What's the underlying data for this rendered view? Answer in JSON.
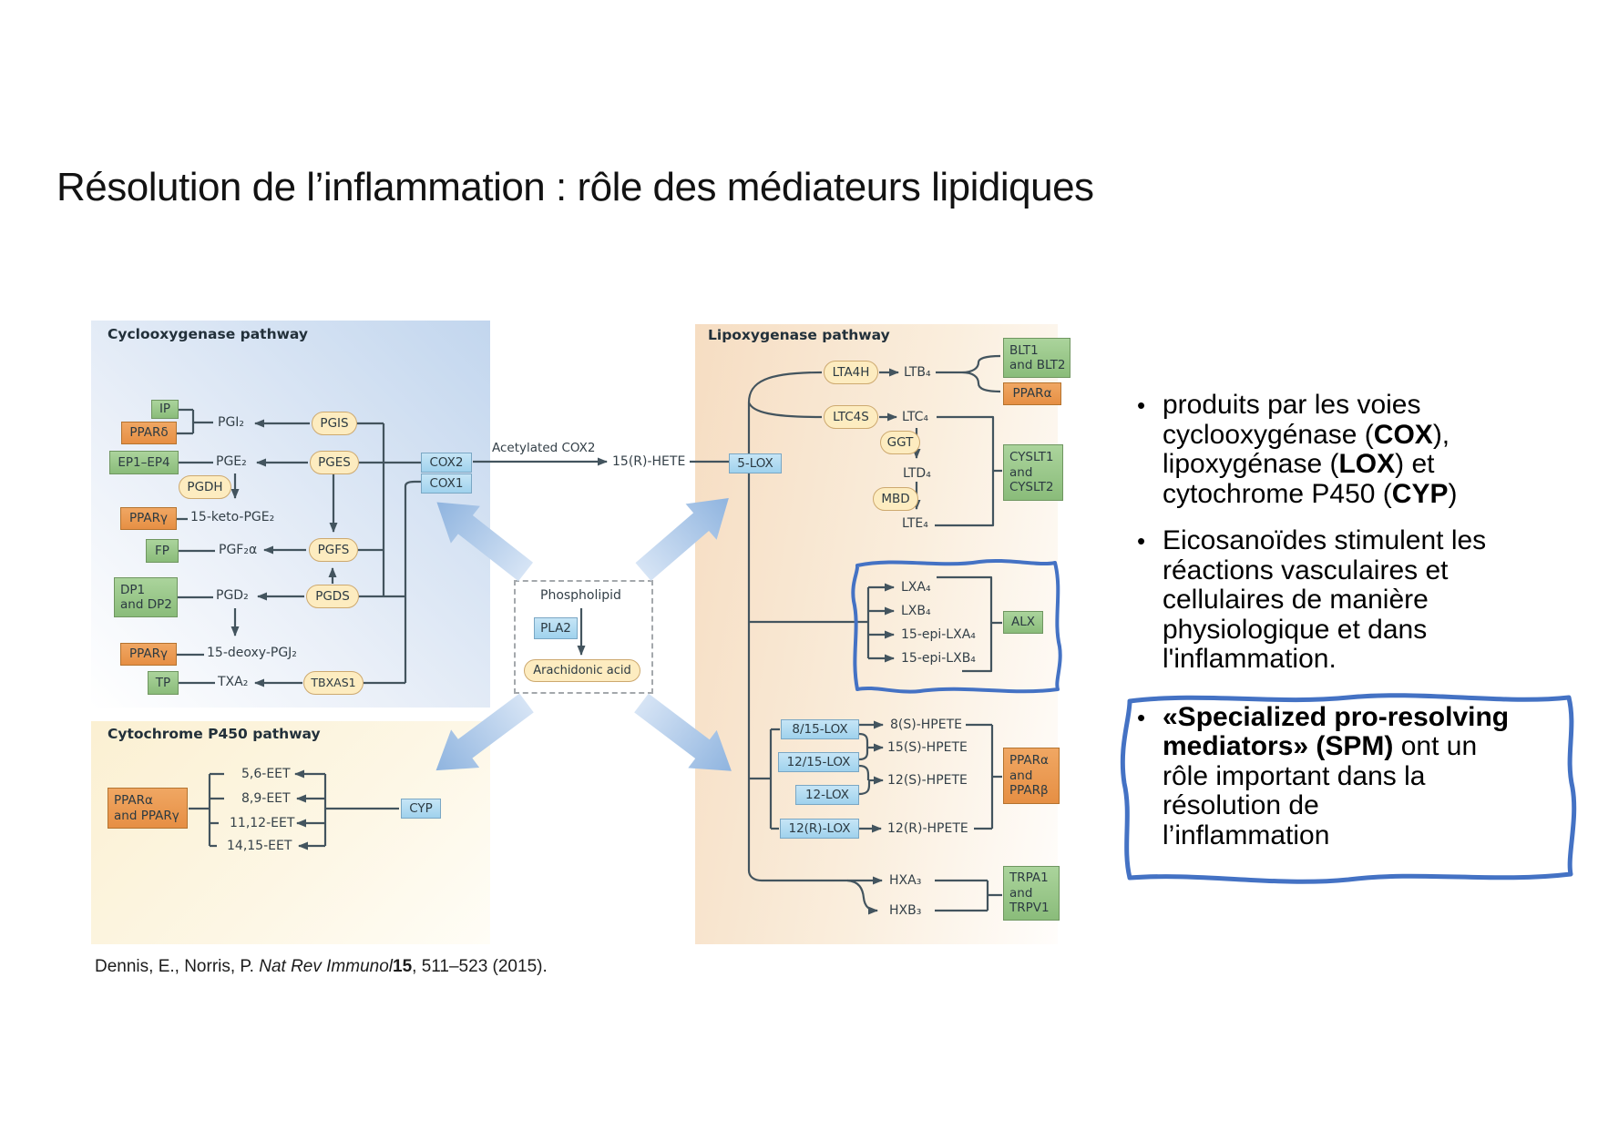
{
  "slide": {
    "title": "Résolution de l’inflammation : rôle des médiateurs lipidiques",
    "bullets": [
      {
        "runs": [
          {
            "t": "produits par les voies\ncyclooxygénase ("
          },
          {
            "t": "COX",
            "b": 1
          },
          {
            "t": "),\nlipoxygénase ("
          },
          {
            "t": "LOX",
            "b": 1
          },
          {
            "t": ") et\ncytochrome P450 ("
          },
          {
            "t": "CYP",
            "b": 1
          },
          {
            "t": ")"
          }
        ]
      },
      {
        "runs": [
          {
            "t": "Eicosanoïdes stimulent les\nréactions vasculaires et\ncellulaires de manière\nphysiologique et dans\nl'inflammation."
          }
        ]
      },
      {
        "runs": [
          {
            "t": "«Specialized pro-resolving\nmediators»  (SPM)",
            "b": 1
          },
          {
            "t": " ont un\nrôle important dans la\nrésolution de\nl’inflammation"
          }
        ]
      }
    ],
    "citation": {
      "runs": [
        {
          "t": "Dennis, E., Norris, P. "
        },
        {
          "t": "Nat Rev Immunol",
          "i": 1
        },
        {
          "t": "15",
          "b": 1
        },
        {
          "t": ", 511–523 (2015)."
        }
      ]
    }
  },
  "diagram": {
    "headings": {
      "cox": "Cyclooxygenase pathway",
      "lox": "Lipoxygenase pathway",
      "cyp": "Cytochrome P450 pathway"
    },
    "nodes": {
      "ip": "IP",
      "ppard": "PPARδ",
      "ep": "EP1–EP4",
      "pparg1": "PPARγ",
      "fp": "FP",
      "dp": "DP1\nand DP2",
      "pparg2": "PPARγ",
      "tp": "TP",
      "pgis": "PGIS",
      "pges": "PGES",
      "pgdh": "PGDH",
      "pgfs": "PGFS",
      "pgds": "PGDS",
      "tbxas1": "TBXAS1",
      "cox2": "COX2",
      "cox1": "COX1",
      "pla2": "PLA2",
      "aa": "Arachidonic acid",
      "cyp": "CYP",
      "lox5": "5-LOX",
      "lta4h": "LTA4H",
      "ltc4s": "LTC4S",
      "ggt": "GGT",
      "mbd": "MBD",
      "blt": "BLT1\nand BLT2",
      "ppara": "PPARα",
      "cyslt": "CYSLT1\nand\nCYSLT2",
      "alx": "ALX",
      "lox815": "8/15-LOX",
      "lox1215": "12/15-LOX",
      "lox12": "12-LOX",
      "lox12r": "12(R)-LOX",
      "pparab": "PPARα\nand\nPPARβ",
      "trp": "TRPA1\nand\nTRPV1",
      "pparag": "PPARα\nand PPARγ"
    },
    "labels": {
      "pgi2": "PGI₂",
      "pge2": "PGE₂",
      "keto": "15-keto-PGE₂",
      "pgf2a": "PGF₂α",
      "pgd2": "PGD₂",
      "deoxy": "15-deoxy-PGJ₂",
      "txa2": "TXA₂",
      "acetyl": "Acetylated COX2",
      "rhete": "15(R)-HETE",
      "phospholipid": "Phospholipid",
      "ltb4": "LTB₄",
      "ltc4": "LTC₄",
      "ltd4": "LTD₄",
      "lte4": "LTE₄",
      "lxa4": "LXA₄",
      "lxb4": "LXB₄",
      "epilxa": "15-epi-LXA₄",
      "epilxb": "15-epi-LXB₄",
      "hpete8": "8(S)-HPETE",
      "hpete15": "15(S)-HPETE",
      "hpete12": "12(S)-HPETE",
      "hpete12r": "12(R)-HPETE",
      "hxa3": "HXA₃",
      "hxb3": "HXB₃",
      "eet56": "5,6-EET",
      "eet89": "8,9-EET",
      "eet1112": "11,12-EET",
      "eet1415": "14,15-EET"
    },
    "colors": {
      "annotation_blue": "#4472c4",
      "receptor_green": "#98c48c",
      "receptor_orange": "#eb9b55",
      "enzyme_tan": "#fdecc0",
      "enzyme_blue": "#abd9f1",
      "wire": "#43545e"
    }
  }
}
